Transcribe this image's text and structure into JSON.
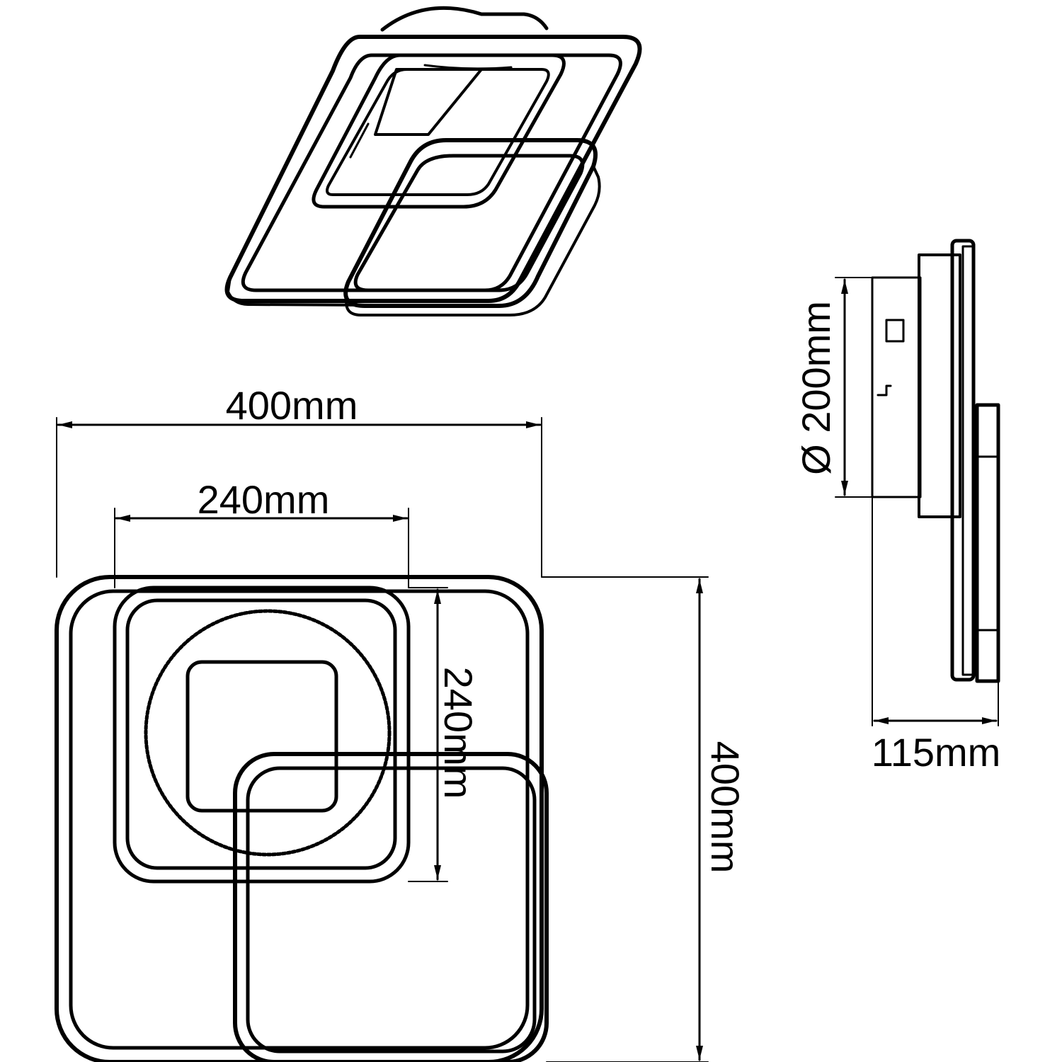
{
  "diagram": {
    "top_view": {
      "width_label": "400mm",
      "inner_width_label": "240mm",
      "inner_height_label": "240mm",
      "height_label": "400mm"
    },
    "side_view": {
      "diameter_label": "Ø 200mm",
      "depth_label": "115mm"
    }
  }
}
